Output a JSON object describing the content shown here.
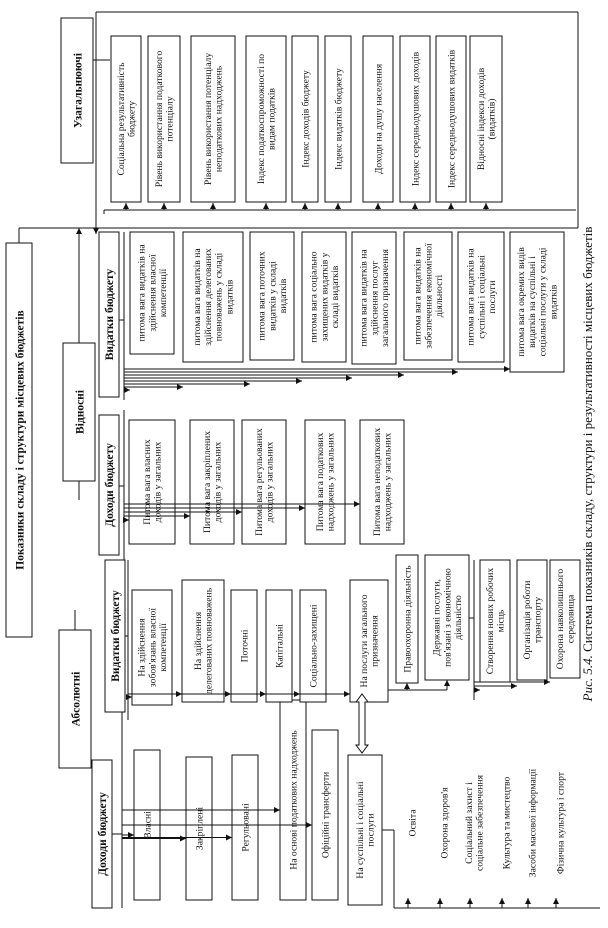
{
  "title": "Показники складу і структури місцевих бюджетів",
  "caption": {
    "label": "Рис. 5.4.",
    "text": "Система показників складу, структури і результативності місцевих бюджетів"
  },
  "groups": {
    "absolute": {
      "title": "Абсолютні",
      "revenues": {
        "title": "Доходи бюджету",
        "items": [
          "Власні",
          "Закріплені",
          "Регульовані",
          "На основі податкових надходжень",
          "Офіційні трансферти"
        ]
      },
      "expenditures": {
        "title": "Видатки бюджету",
        "items": [
          "На здійснення зобов'язань власної компетенції",
          "На здійснення делегованих повноважень",
          "Поточні",
          "Капітальні",
          "Соціально-захищені",
          "На послуги загального призначення"
        ],
        "general_purpose_subitems": [
          "Правоохоронна діяльність",
          "Державні послуги, пов'язані з економічною діяльністю"
        ],
        "economic_subitems": [
          "Створення нових робочих місць",
          "Організація роботи транспорту",
          "Охорона навколишнього середовища"
        ],
        "social": {
          "title": "На суспільні і соціальні послуги",
          "items": [
            "Освіта",
            "Охорона здоров'я",
            "Соціальний захист і соціальне забезпечення",
            "Культура та мистецтво",
            "Засоби масової інформації",
            "Фізична культура і спорт"
          ]
        }
      }
    },
    "relative": {
      "title": "Відносні",
      "revenues": {
        "title": "Доходи бюджету",
        "items": [
          "Питома вага власних доходів у загальних",
          "Питома вага закріплених доходів у загальних",
          "Питома вага регульованих доходів у загальних",
          "Питома вага податкових надходжень у загальних",
          "Питома вага неподаткових надходжень у загальних"
        ]
      },
      "expenditures": {
        "title": "Видатки бюджету",
        "items": [
          "питома вага видатків на здійснення власної компетенції",
          "питома вага видатків на здійснення делегованих повноважень у складі видатків",
          "питома вага поточних видатків у складі видатків",
          "питома вага соціально захищених видатків у складі видатків",
          "питома вага видатків на здійснення послуг загального призначення",
          "питома вага видатків на забезпечення економічної діяльності",
          "питома вага видатків на суспільні і соціальні послуги",
          "питома вага окремих видів видатків на суспільні і соціальні послуги у складі видатків"
        ]
      }
    },
    "generalizing": {
      "title": "Узагальнюючі",
      "items": [
        "Соціальна результативність бюджету",
        "Рівень використання податкового потенціалу",
        "Рівень використання потенціалу неподаткових надходжень",
        "Індекс податкоспроможності по видам податків",
        "Індекс доходів бюджету",
        "Індекс видатків бюджету",
        "Доходи на душу населення",
        "Індекс середньодушових доходів",
        "Індекс середньодушових видатків",
        "Відносні індекси доходів (видатків)"
      ]
    }
  }
}
